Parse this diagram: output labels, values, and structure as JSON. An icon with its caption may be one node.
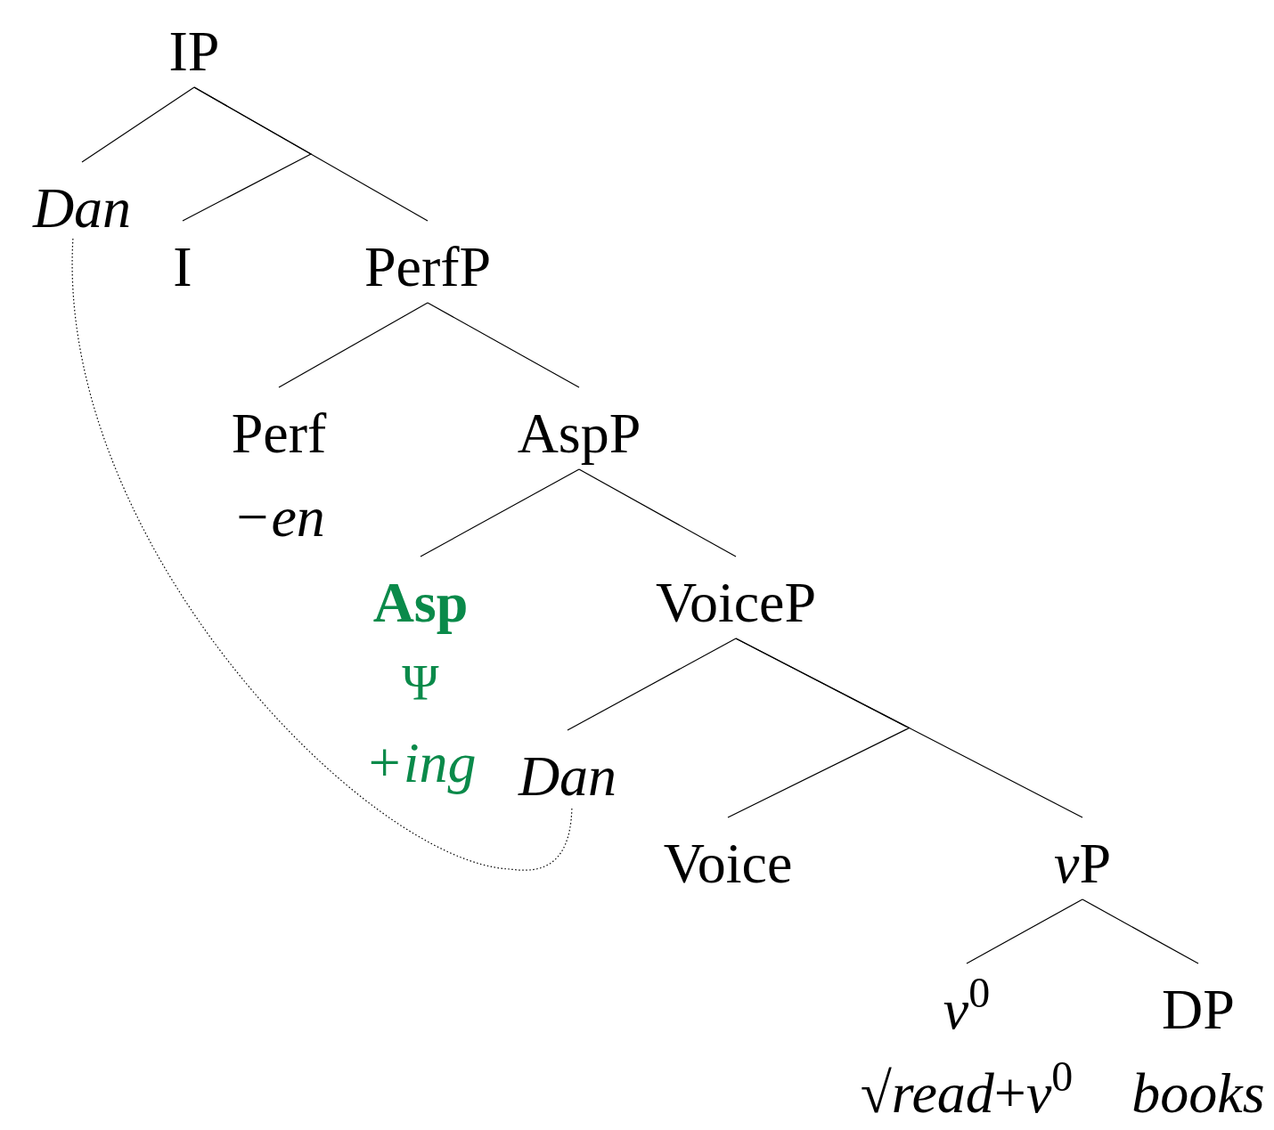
{
  "diagram": {
    "nodes": [
      {
        "text": [
          "IP"
        ]
      },
      {
        "text": [
          "Dan"
        ]
      },
      {
        "text": [
          "I"
        ]
      },
      {
        "text": [
          "PerfP"
        ]
      },
      {
        "text": [
          "Perf",
          "−en"
        ]
      },
      {
        "text": [
          "AspP"
        ]
      },
      {
        "text": [
          "Asp",
          "Ψ",
          "+ing"
        ]
      },
      {
        "text": [
          "VoiceP"
        ]
      },
      {
        "text": [
          "Dan"
        ]
      },
      {
        "text": [
          "Voice"
        ]
      },
      {
        "text": [
          "vP"
        ]
      },
      {
        "text": [
          "*v*$^{0}$",
          "√*read*+*v*$^{0}$"
        ]
      },
      {
        "text": [
          "DP",
          "books"
        ]
      }
    ],
    "edges": [
      {
        "from": 0,
        "to": 1,
        "arrow": "none"
      },
      {
        "from": 0,
        "to": 2,
        "arrow": "none"
      },
      {
        "from": 0,
        "to": 3,
        "arrow": "none"
      },
      {
        "from": 3,
        "to": 4,
        "arrow": "none"
      },
      {
        "from": 3,
        "to": 5,
        "arrow": "none"
      },
      {
        "from": 5,
        "to": 6,
        "arrow": "none"
      },
      {
        "from": 5,
        "to": 7,
        "arrow": "none"
      },
      {
        "from": 7,
        "to": 8,
        "arrow": "none"
      },
      {
        "from": 7,
        "to": 9,
        "arrow": "none"
      },
      {
        "from": 7,
        "to": 10,
        "arrow": "none"
      },
      {
        "from": 10,
        "to": 11,
        "arrow": "none"
      },
      {
        "from": 10,
        "to": 12,
        "arrow": "none"
      },
      {
        "from": 8,
        "to": 1,
        "arrow": "none",
        "style": "dashed"
      }
    ]
  }
}
